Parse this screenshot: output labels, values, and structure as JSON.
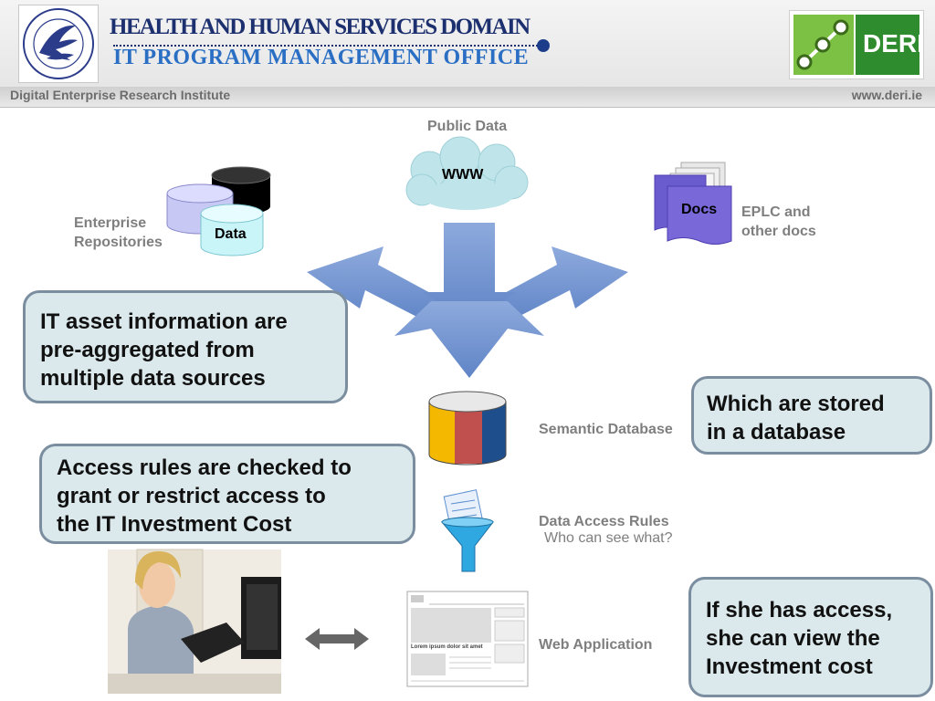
{
  "header": {
    "title_line1": "HEALTH AND HUMAN SERVICES DOMAIN",
    "title_line2": "IT PROGRAM MANAGEMENT OFFICE",
    "logo_right_text": "DERI",
    "subheader_left": "Digital Enterprise Research Institute",
    "subheader_right": "www.deri.ie"
  },
  "diagram": {
    "public_data_label": "Public Data",
    "www_label": "WWW",
    "data_label": "Data",
    "docs_label": "Docs",
    "enterprise_label_l1": "Enterprise",
    "enterprise_label_l2": "Repositories",
    "eplc_label_l1": "EPLC and",
    "eplc_label_l2": "other docs",
    "semantic_db_label": "Semantic Database",
    "access_rules_label": "Data Access Rules",
    "access_rules_sub": "Who can see what?",
    "web_app_label": "Web Application",
    "webpage_heading": "Lorem ipsum dolor sit amet"
  },
  "callouts": {
    "aggregated_l1": "IT asset information are",
    "aggregated_l2": "pre-aggregated from",
    "aggregated_l3": "multiple data sources",
    "stored_l1": "Which are stored",
    "stored_l2": "in a database",
    "access_l1": "Access rules are checked to",
    "access_l2": "grant or restrict access to",
    "access_l3": "the IT Investment Cost",
    "view_l1": "If she has access,",
    "view_l2": "she can view the",
    "view_l3": "Investment cost"
  },
  "colors": {
    "arrow_blue": "#6b8fcc",
    "callout_fill": "#dbe9ec",
    "callout_border": "#7b8ea0",
    "title_navy": "#1c2f6e",
    "title_blue": "#2a6fc4",
    "deri_green": "#3a8f2a",
    "db_yellow": "#f5b800",
    "db_red": "#c0504d",
    "db_blue": "#1f4e8c",
    "docs_purple": "#6a5ccf"
  },
  "icons": [
    "hhs-seal-logo",
    "deri-logo",
    "database-icon",
    "cloud-icon",
    "documents-icon",
    "funnel-icon",
    "webpage-icon",
    "double-arrow-icon",
    "person-photo"
  ]
}
